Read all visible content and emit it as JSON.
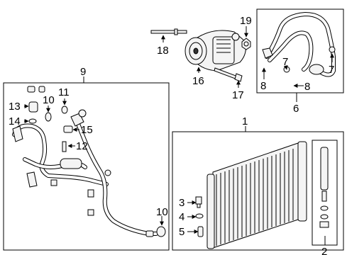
{
  "callouts": {
    "c1": "1",
    "c2": "2",
    "c3": "3",
    "c4": "4",
    "c5": "5",
    "c6": "6",
    "c7a": "7",
    "c7b": "7",
    "c8a": "8",
    "c8b": "8",
    "c9": "9",
    "c10a": "10",
    "c10b": "10",
    "c11": "11",
    "c12": "12",
    "c13": "13",
    "c14": "14",
    "c15": "15",
    "c16": "16",
    "c17": "17",
    "c18": "18",
    "c19": "19"
  }
}
